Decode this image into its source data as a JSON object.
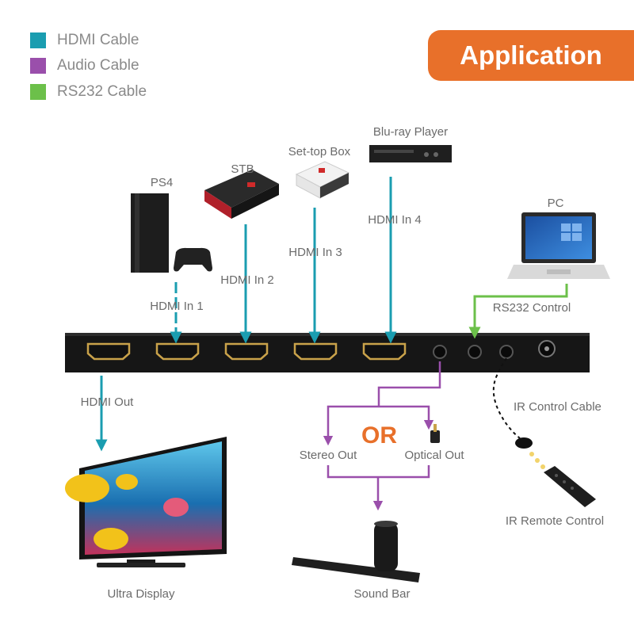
{
  "legend": [
    {
      "label": "HDMI Cable",
      "color": "#1a9db0"
    },
    {
      "label": "Audio Cable",
      "color": "#9a4fab"
    },
    {
      "label": "RS232 Cable",
      "color": "#6cc04a"
    }
  ],
  "badge": {
    "label": "Application",
    "color": "#e8702a"
  },
  "sources": {
    "ps4": "PS4",
    "stb": "STB",
    "settop": "Set-top Box",
    "bluray": "Blu-ray Player",
    "pc": "PC"
  },
  "ports": {
    "in1": "HDMI In 1",
    "in2": "HDMI In 2",
    "in3": "HDMI In 3",
    "in4": "HDMI In 4",
    "out": "HDMI Out",
    "rs232": "RS232 Control",
    "ir_cable": "IR Control Cable"
  },
  "outputs": {
    "or": "OR",
    "stereo": "Stereo Out",
    "optical": "Optical Out",
    "display": "Ultra Display",
    "soundbar": "Sound Bar",
    "remote": "IR Remote Control"
  }
}
